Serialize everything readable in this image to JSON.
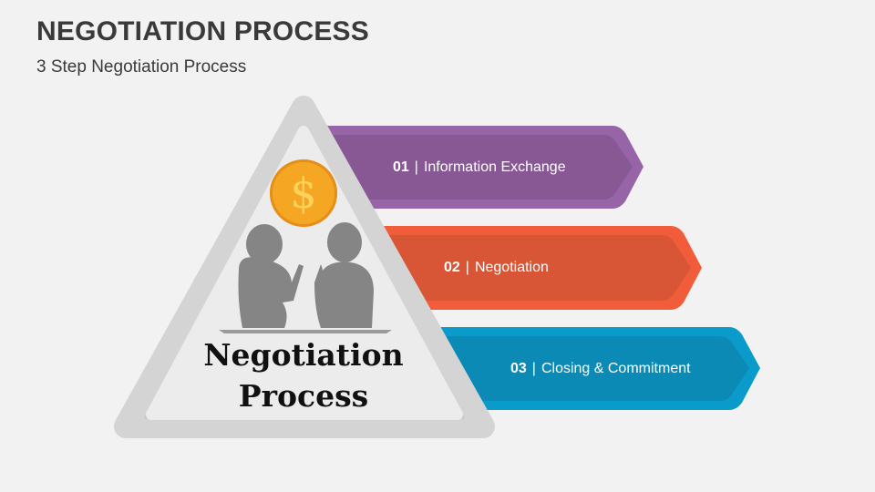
{
  "header": {
    "title": "NEGOTIATION PROCESS",
    "subtitle": "3 Step Negotiation Process"
  },
  "center": {
    "line1": "Negotiation",
    "line2": "Process",
    "icon": "dollar-coin-icon",
    "coin_symbol": "$"
  },
  "steps": [
    {
      "number": "01",
      "separator": "|",
      "label": "Information Exchange",
      "color": "#9764a8",
      "inner_color": "#875894"
    },
    {
      "number": "02",
      "separator": "|",
      "label": "Negotiation",
      "color": "#f15d3b",
      "inner_color": "#d85535"
    },
    {
      "number": "03",
      "separator": "|",
      "label": "Closing & Commitment",
      "color": "#0b9bcb",
      "inner_color": "#0a8ab5"
    }
  ]
}
